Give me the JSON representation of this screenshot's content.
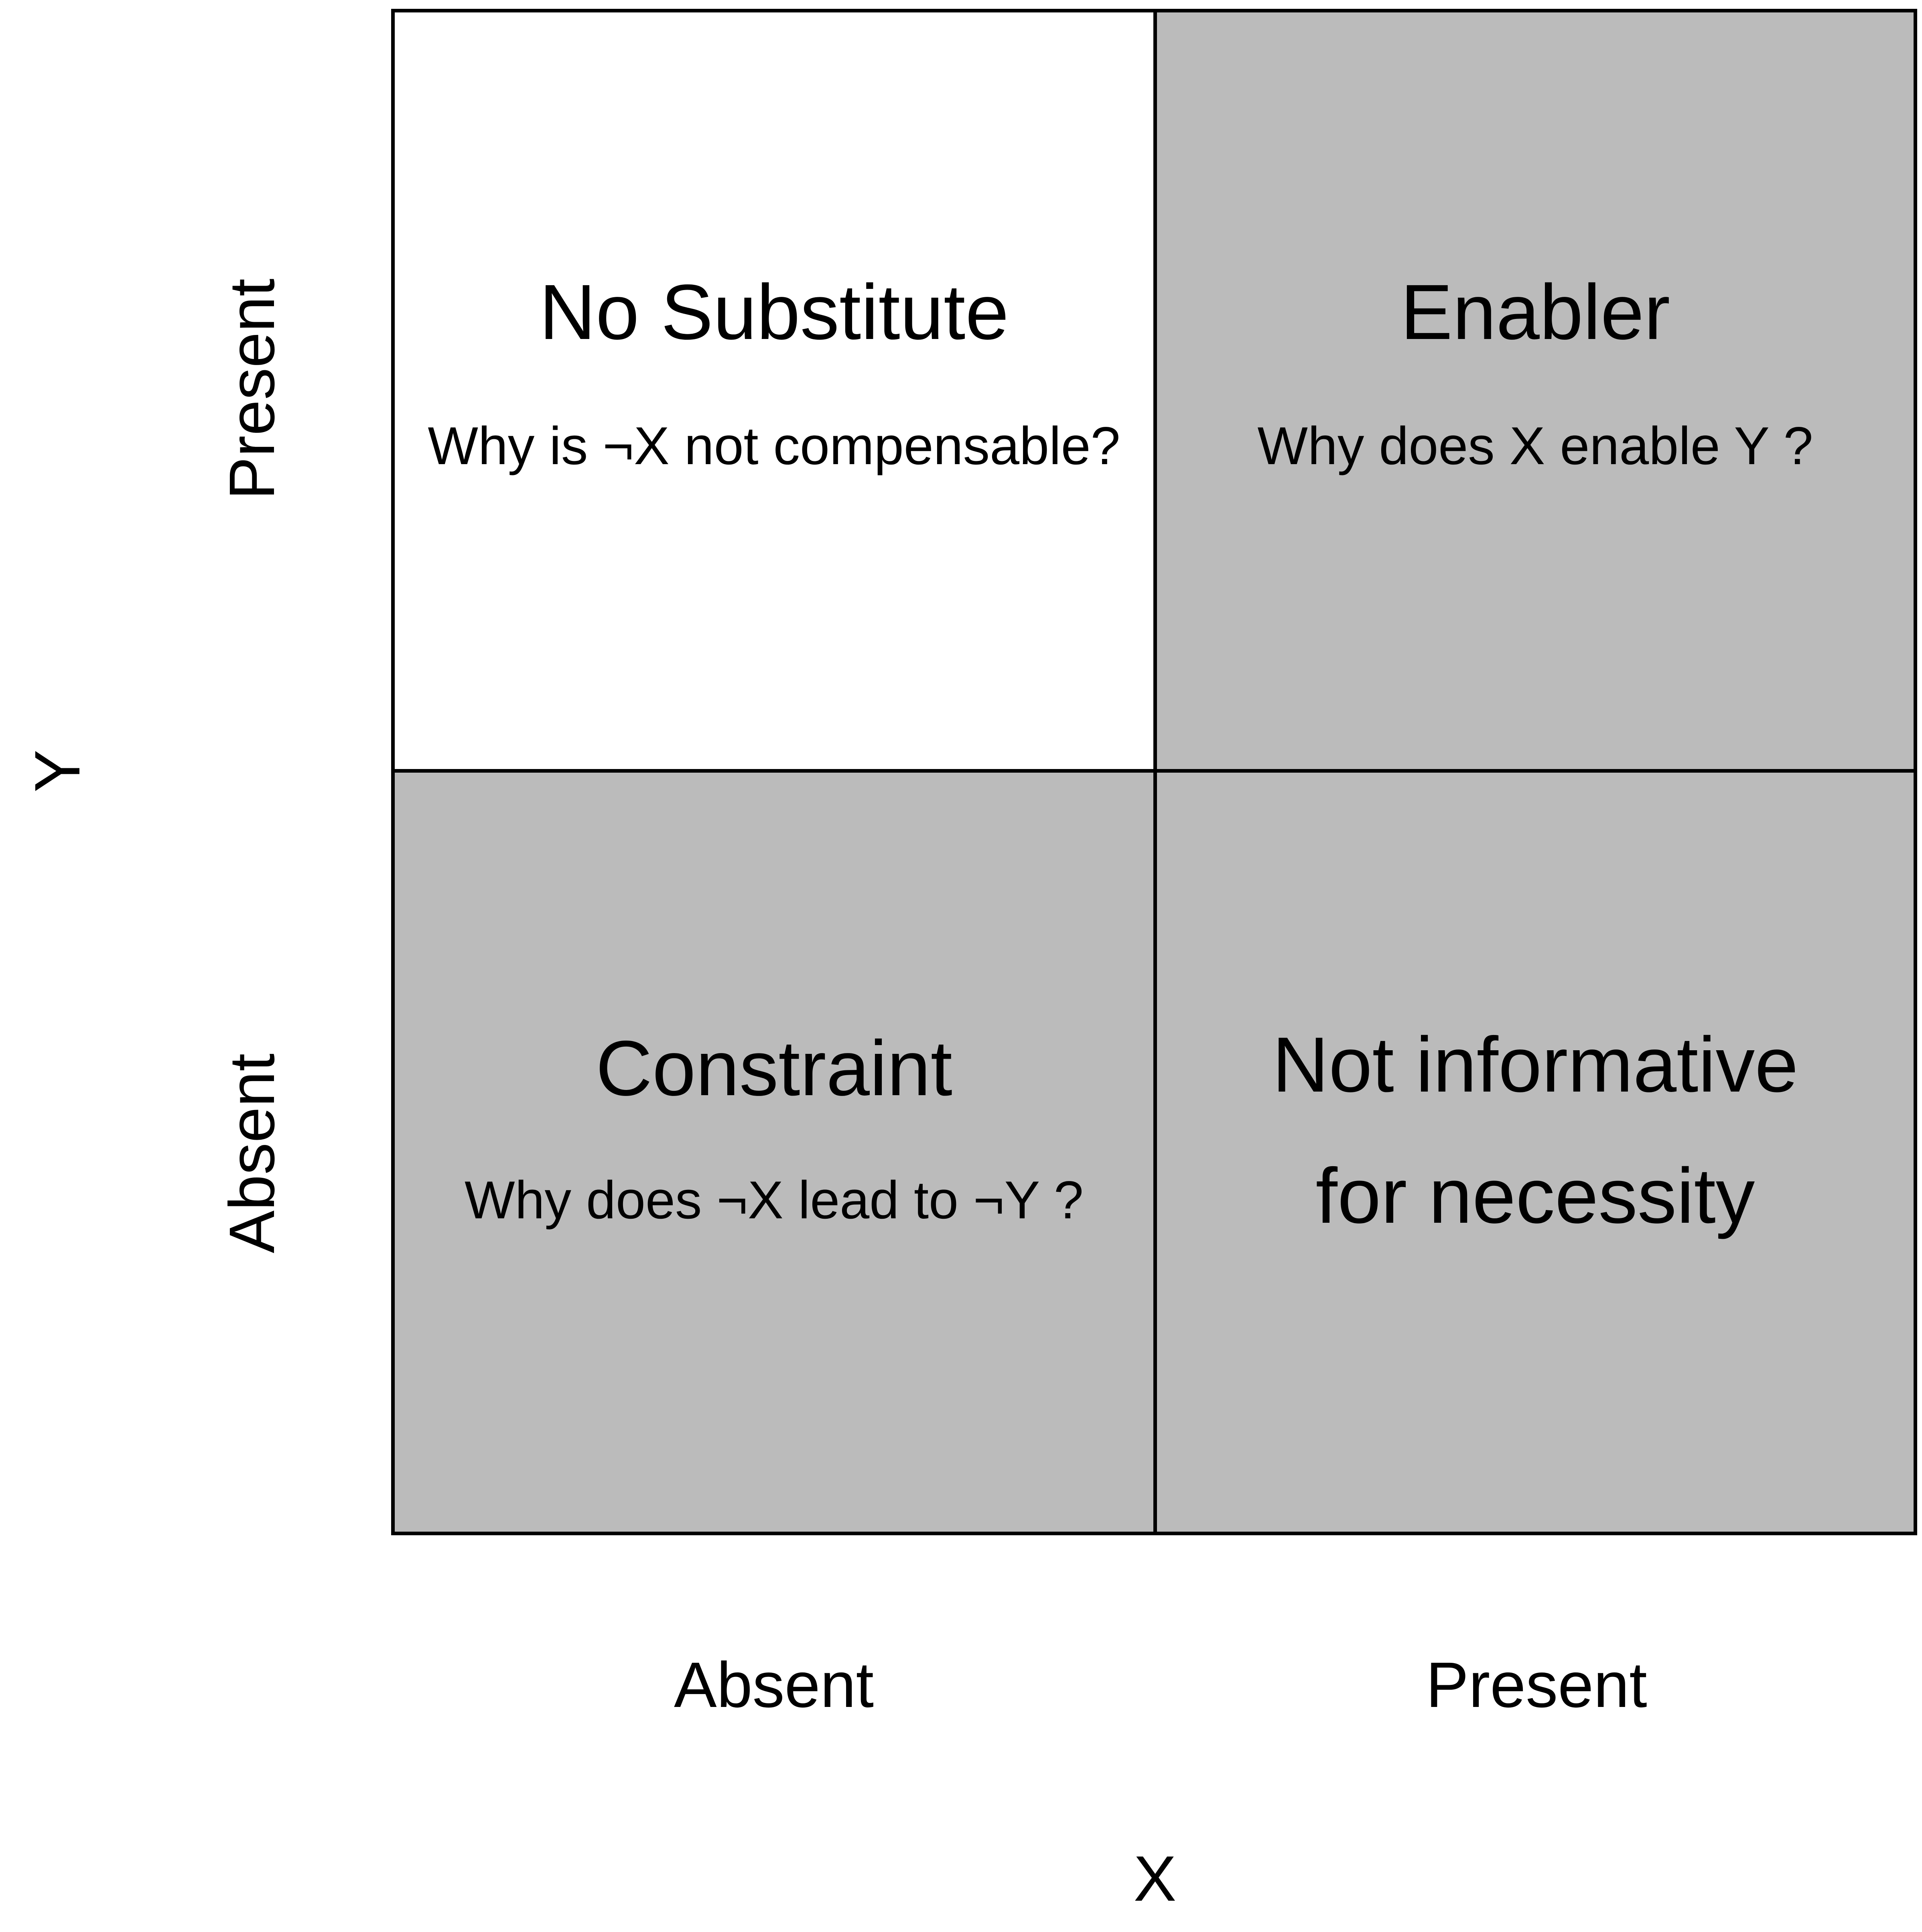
{
  "colors": {
    "shaded": "#bbbbbb",
    "unshaded": "#ffffff",
    "line": "#000000"
  },
  "quadrants": {
    "top_left": {
      "title": "No Substitute",
      "question": "Why is ¬X not compensable?"
    },
    "top_right": {
      "title": "Enabler",
      "question": "Why does X enable Y ?"
    },
    "bottom_left": {
      "title": "Constraint",
      "question": "Why does ¬X lead to ¬Y ?"
    },
    "bottom_right": {
      "title_line1": "Not informative",
      "title_line2": "for necessity"
    }
  },
  "axes": {
    "x": {
      "title": "X",
      "ticks": [
        "Absent",
        "Present"
      ]
    },
    "y": {
      "title": "Y",
      "ticks": [
        "Present",
        "Absent"
      ]
    }
  }
}
